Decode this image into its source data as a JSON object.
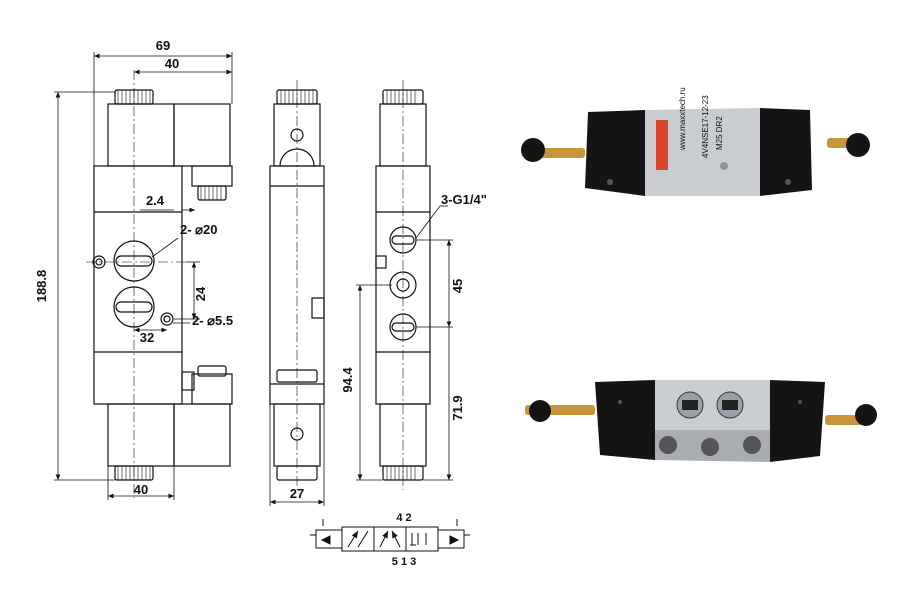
{
  "dimensions": {
    "width_total": "69",
    "width_coil": "40",
    "offset": "2.4",
    "port_diameter": "2- ⌀20",
    "mount_hole_spacing": "24",
    "mount_hole_diameter": "2- ⌀5.5",
    "port_spacing_horizontal": "32",
    "height_total": "188.8",
    "bottom_width": "40",
    "side_width": "27",
    "thread_callout": "3-G1/4\"",
    "port_pitch": "45",
    "height_mid": "94.4",
    "height_lower": "71.9"
  },
  "schematic": {
    "top_ports": "4  2",
    "bottom_ports": "5  1  3"
  },
  "product_label": {
    "url": "www.maxxtech.ru",
    "part_code": "4V4NSE17-12-23",
    "side_code": "M25 DR2"
  },
  "colors": {
    "line": "#111111",
    "body_silver": "#c9cdd2",
    "end_black": "#141414",
    "brass": "#c9953a",
    "label_red": "#d9452c"
  }
}
